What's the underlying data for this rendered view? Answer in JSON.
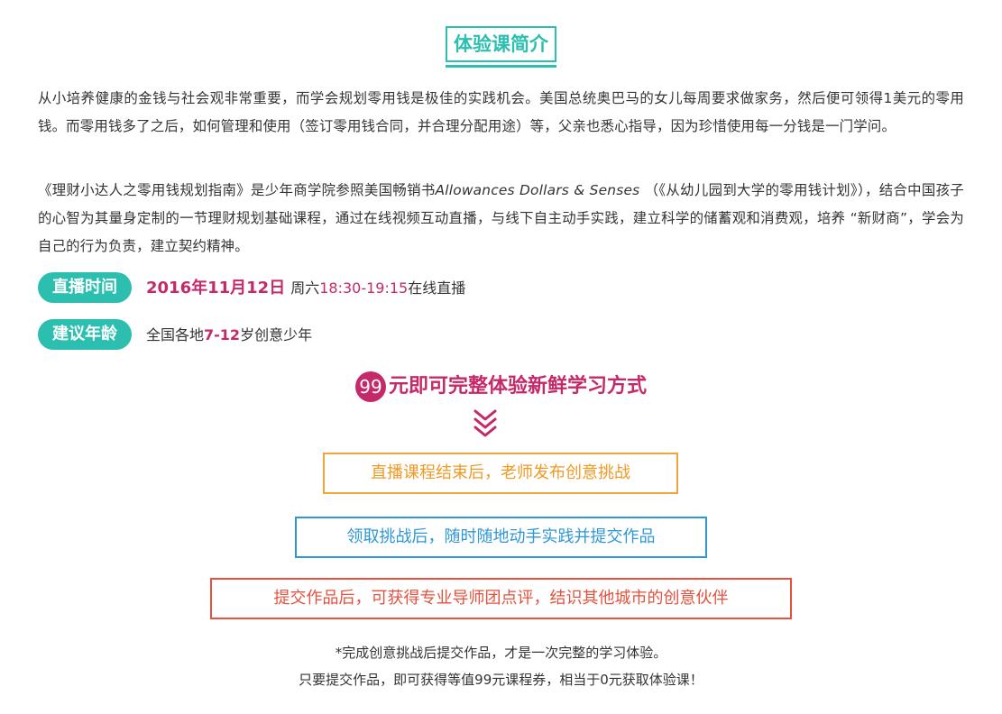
{
  "header": {
    "title": "体验课简介"
  },
  "intro": {
    "p1": "从小培养健康的金钱与社会观非常重要，而学会规划零用钱是极佳的实践机会。美国总统奥巴马的女儿每周要求做家务，然后便可领得1美元的零用钱。而零用钱多了之后，如何管理和使用（签订零用钱合同，并合理分配用途）等，父亲也悉心指导，因为珍惜使用每一分钱是一门学问。",
    "p2_prefix": "《理财小达人之零用钱规划指南》是少年商学院参照美国畅销书",
    "p2_book": "Allowances Dollars & Senses",
    "p2_suffix": " （《从幼儿园到大学的零用钱计划》），结合中国孩子的心智为其量身定制的一节理财规划基础课程，通过在线视频互动直播，与线下自主动手实践，建立科学的储蓄观和消费观，培养 “新财商”，学会为自己的行为负责，建立契约精神。"
  },
  "schedule": {
    "label": "直播时间",
    "date": "2016年11月12日",
    "weekday": "周六",
    "time": "18:30-19:15",
    "mode": "在线直播"
  },
  "age": {
    "label": "建议年龄",
    "prefix": "全国各地",
    "range": "7-12",
    "suffix": "岁创意少年"
  },
  "offer": {
    "price": "99",
    "text": "元即可完整体验新鲜学习方式"
  },
  "steps": [
    "直播课程结束后，老师发布创意挑战",
    "领取挑战后，随时随地动手实践并提交作品",
    "提交作品后，可获得专业导师团点评，结识其他城市的创意伙伴"
  ],
  "footer": {
    "line1": "*完成创意挑战后提交作品，才是一次完整的学习体验。",
    "line2": "只要提交作品，即可获得等值99元课程券，相当于0元获取体验课！"
  },
  "colors": {
    "teal": "#2cbfb0",
    "magenta": "#c42a69",
    "orange": "#ef9a24",
    "blue": "#2f97d6",
    "red": "#e4523f"
  },
  "icons": {
    "arrow": "double-chevron-down-icon"
  }
}
